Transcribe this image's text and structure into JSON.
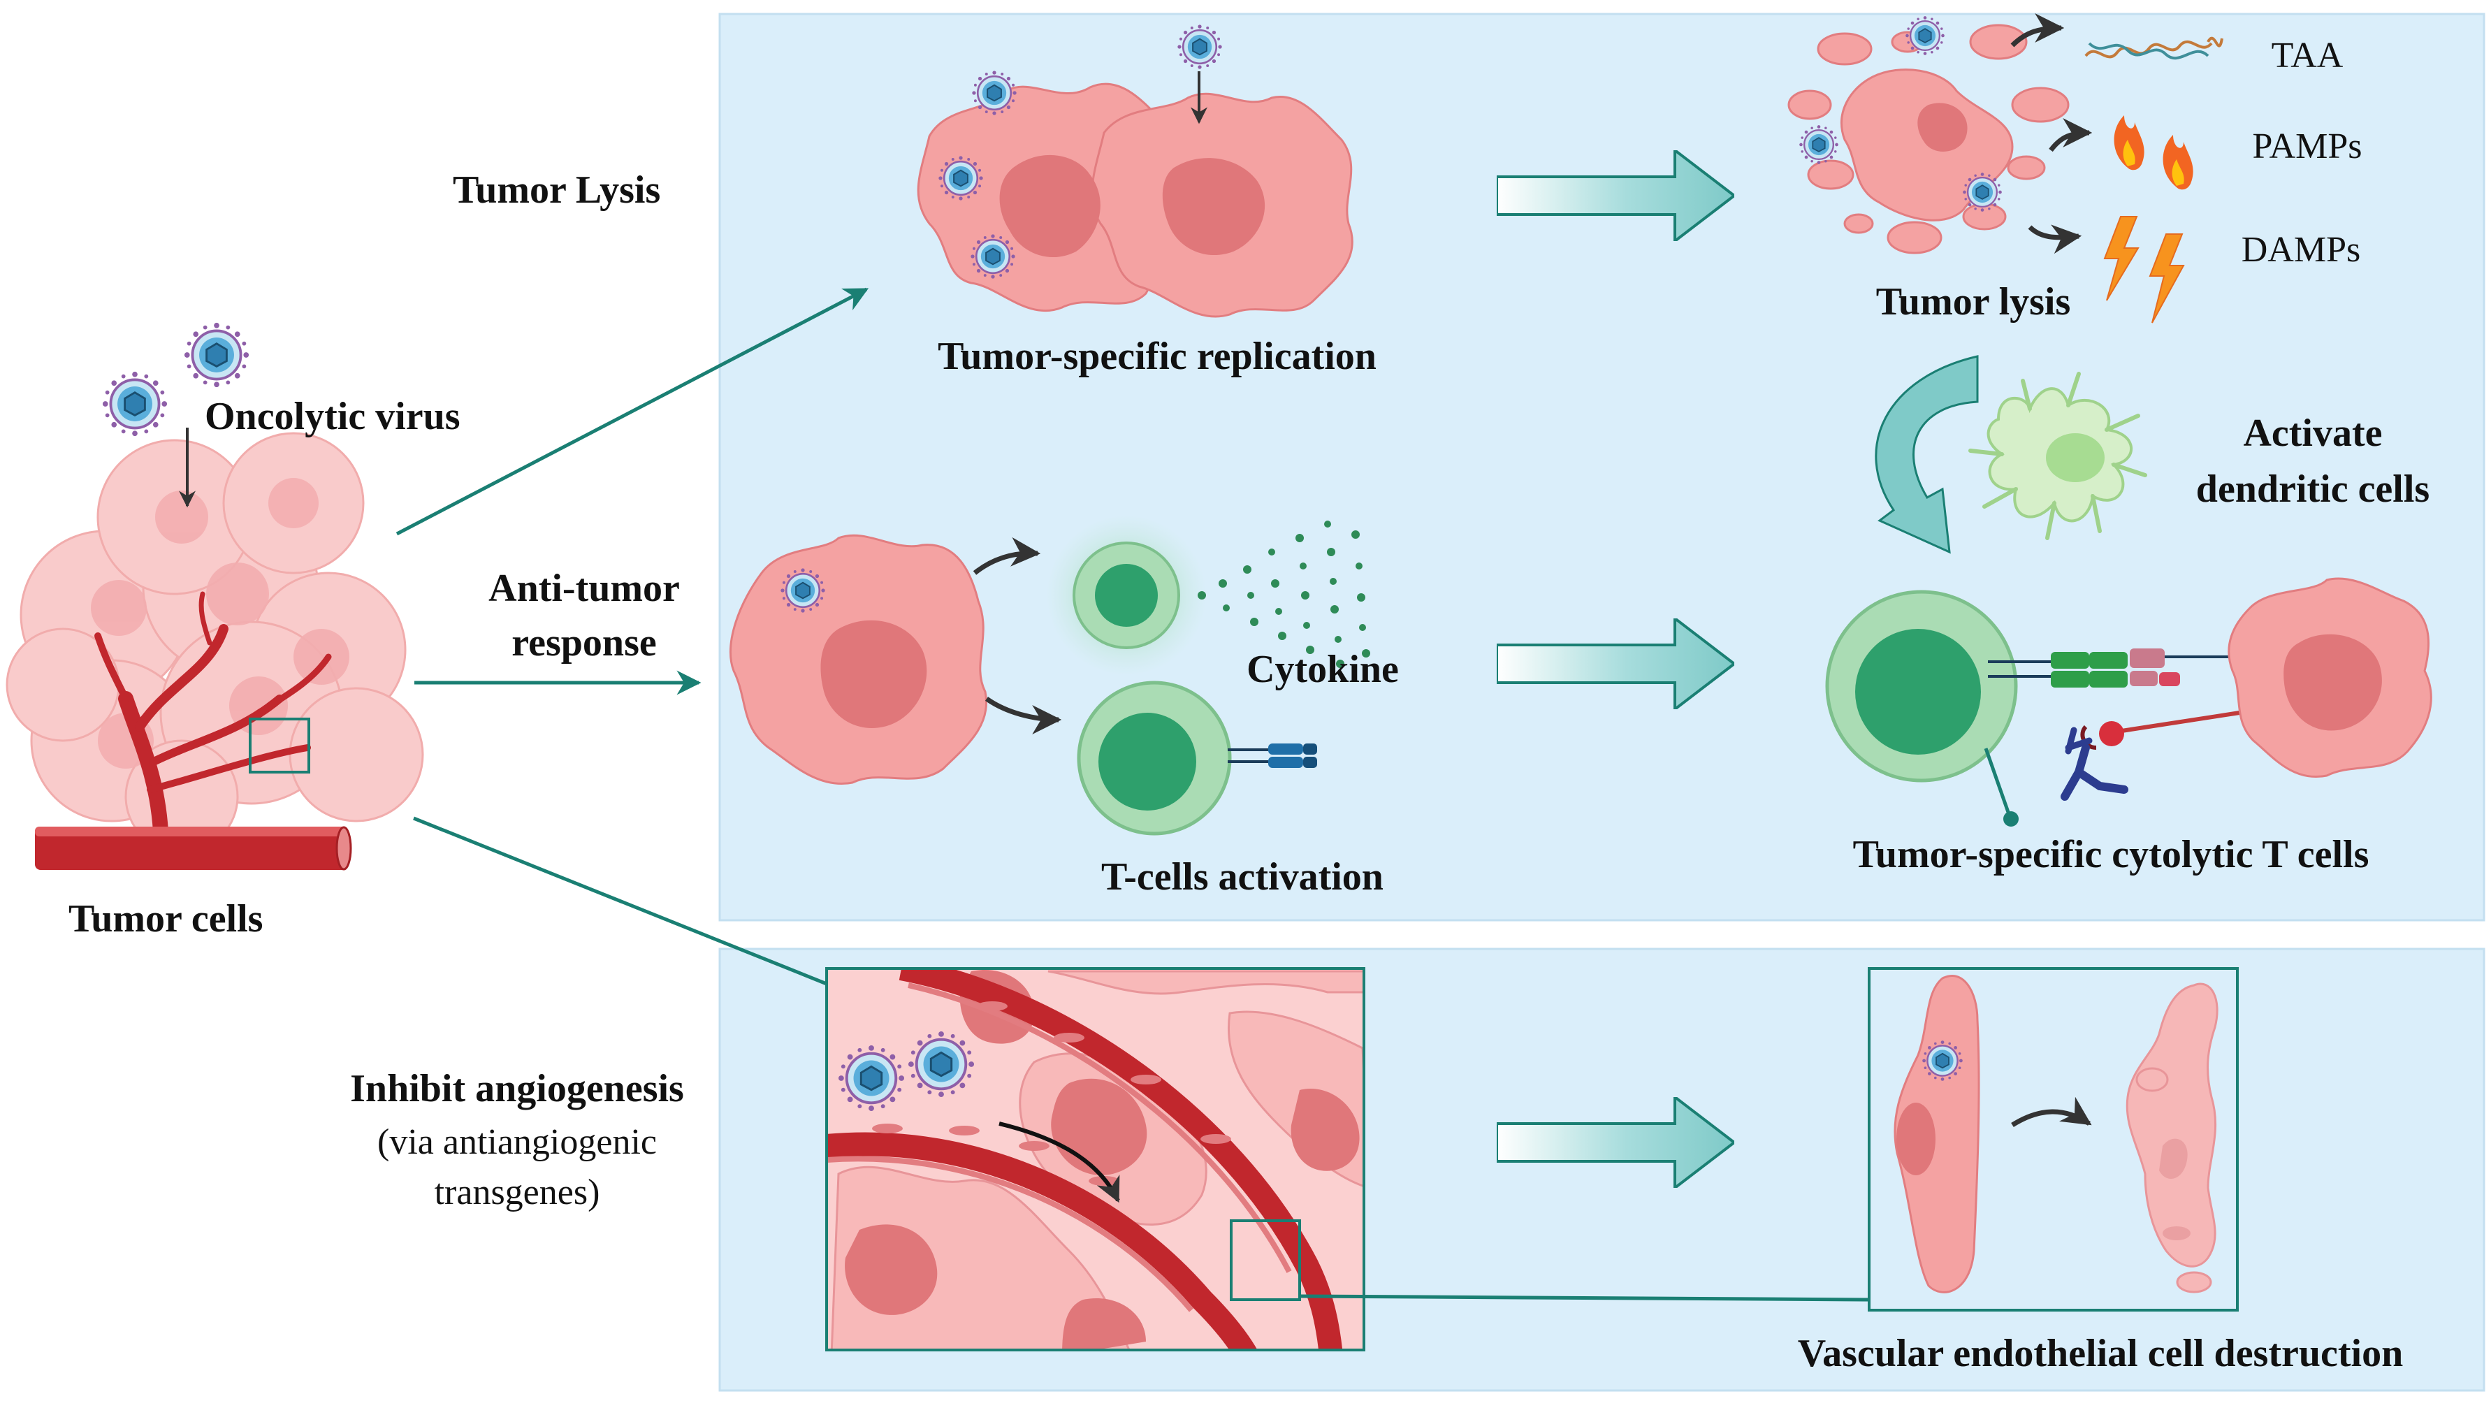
{
  "labels": {
    "tumor_lysis_heading": "Tumor Lysis",
    "oncolytic_virus": "Oncolytic virus",
    "tumor_cells": "Tumor cells",
    "anti_tumor_line1": "Anti-tumor",
    "anti_tumor_line2": "response",
    "inhibit_angiogenesis": "Inhibit angiogenesis",
    "via_line1": "(via antiangiogenic",
    "via_line2": "transgenes)",
    "tumor_specific_replication": "Tumor-specific replication",
    "tumor_lysis": "Tumor lysis",
    "taa": "TAA",
    "pamps": "PAMPs",
    "damps": "DAMPs",
    "activate_line1": "Activate",
    "activate_line2": "dendritic cells",
    "cytokine": "Cytokine",
    "t_cells_activation": "T-cells activation",
    "cytolytic_t_cells": "Tumor-specific cytolytic T cells",
    "vascular_destruction": "Vascular endothelial cell destruction"
  },
  "colors": {
    "panel": "#daeefa",
    "teal_arrow": "#1a7f73",
    "block_arrow": "#a6dcdc",
    "tumor_cell": "#f4a2a2",
    "tumor_nucleus": "#e0777a",
    "vessel": "#cc2e33",
    "t_cell": "#96cf9e",
    "virus": "#4fa6d6"
  }
}
